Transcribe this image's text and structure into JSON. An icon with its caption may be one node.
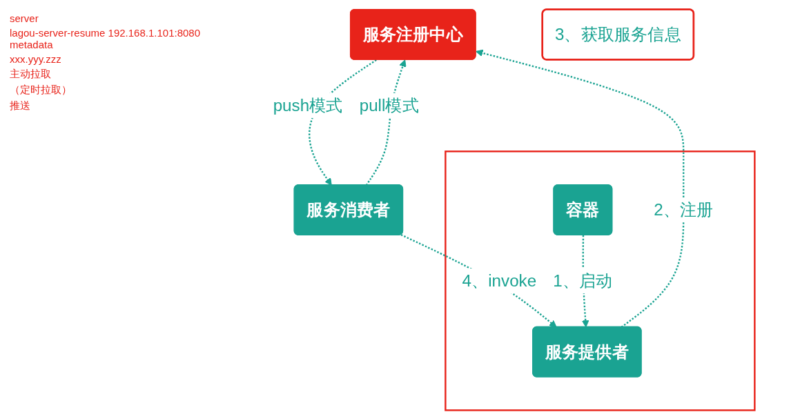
{
  "diagram": {
    "nodes": [
      {
        "text": [
          "服务注册中心"
        ]
      },
      {
        "text": [
          "3、获取服务信息"
        ]
      },
      {
        "text": [
          "服务消费者"
        ]
      },
      {
        "text": [],
        "shape": "box"
      },
      {
        "text": [
          "服务提供者"
        ],
        "in": 3
      },
      {
        "text": [
          "容器"
        ],
        "in": 3
      }
    ],
    "edges": [
      {
        "from": 2,
        "to": 0,
        "arrow": "to",
        "label": "pull模式",
        "style": "dashed"
      },
      {
        "from": 0,
        "to": 2,
        "arrow": "to",
        "label": "push模式",
        "style": "dashed"
      },
      {
        "from": 4,
        "to": 0,
        "arrow": "to",
        "label": "2、注册",
        "style": "dashed"
      },
      {
        "from": 2,
        "to": 4,
        "arrow": "to",
        "label": "4、invoke",
        "style": "dashed"
      },
      {
        "from": 5,
        "to": 4,
        "arrow": "to",
        "label": "1、启动",
        "style": "dashed"
      }
    ],
    "labels": [
      "server",
      "lagou-server-resume  192.168.1.101:8080 metadata",
      "xxx.yyy.zzz",
      "主动拉取",
      "（定时拉取）",
      "推送"
    ]
  }
}
